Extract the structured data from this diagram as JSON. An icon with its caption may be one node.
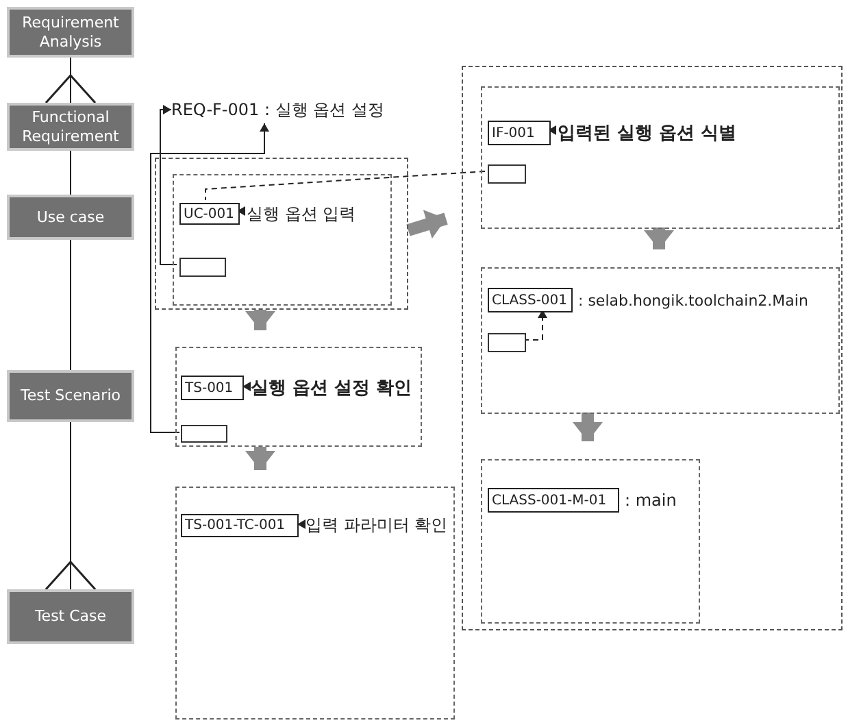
{
  "diagram": {
    "nodes": [
      {
        "text": [
          "Requirement Analysis"
        ]
      },
      {
        "text": [
          "Functional Requirement"
        ]
      },
      {
        "text": [
          "Use case"
        ]
      },
      {
        "text": [
          "Test Scenario"
        ]
      },
      {
        "text": [
          "Test Case"
        ]
      },
      {
        "text": [
          "REQ-F-001 : 실행 옵션 설정"
        ]
      },
      {
        "text": [],
        "shape": "box"
      },
      {
        "text": [],
        "shape": "box",
        "in": 6
      },
      {
        "text": [
          "UC-001"
        ],
        "in": 7
      },
      {
        "text": [
          "실행 옵션 입력"
        ],
        "in": 7
      },
      {
        "text": [],
        "shape": "box",
        "in": 7
      },
      {
        "text": [],
        "shape": "box"
      },
      {
        "text": [
          "TS-001"
        ],
        "in": 11
      },
      {
        "text": [
          "실행 옵션 설정 확인"
        ],
        "in": 11
      },
      {
        "text": [],
        "shape": "box",
        "in": 11
      },
      {
        "text": [],
        "shape": "box"
      },
      {
        "text": [
          "TS-001-TC-001"
        ],
        "in": 15
      },
      {
        "text": [
          "입력 파라미터 확인"
        ],
        "in": 15
      },
      {
        "text": [],
        "shape": "box"
      },
      {
        "text": [],
        "shape": "box",
        "in": 18
      },
      {
        "text": [
          "IF-001"
        ],
        "in": 19
      },
      {
        "text": [
          "입력된 실행 옵션 식별"
        ],
        "in": 19
      },
      {
        "text": [],
        "shape": "box",
        "in": 19
      },
      {
        "text": [],
        "shape": "box",
        "in": 18
      },
      {
        "text": [
          "CLASS-001"
        ],
        "in": 23
      },
      {
        "text": [
          ": selab.hongik.toolchain2.Main"
        ],
        "in": 23
      },
      {
        "text": [],
        "shape": "box",
        "in": 23
      },
      {
        "text": [],
        "shape": "box",
        "in": 18
      },
      {
        "text": [
          "CLASS-001-M-01"
        ],
        "in": 27
      },
      {
        "text": [
          ": main"
        ],
        "in": 27
      }
    ],
    "edges": [
      {
        "from": 0,
        "to": 1,
        "arrow": "other"
      },
      {
        "from": 1,
        "to": 2,
        "arrow": "none"
      },
      {
        "from": 2,
        "to": 3,
        "arrow": "none"
      },
      {
        "from": 3,
        "to": 4,
        "arrow": "other"
      },
      {
        "from": 9,
        "to": 8,
        "arrow": "to"
      },
      {
        "from": 10,
        "to": 5,
        "arrow": "to"
      },
      {
        "from": 14,
        "to": 5,
        "arrow": "to"
      },
      {
        "from": 13,
        "to": 12,
        "arrow": "to"
      },
      {
        "from": 17,
        "to": 16,
        "arrow": "to"
      },
      {
        "from": 21,
        "to": 20,
        "arrow": "to"
      },
      {
        "from": 22,
        "to": 8,
        "arrow": "none",
        "style": "dashed"
      },
      {
        "from": 26,
        "to": 24,
        "arrow": "to",
        "style": "dashed"
      },
      {
        "from": 6,
        "to": 11,
        "arrow": "to",
        "style": "thick",
        "color": "#8c8c8c"
      },
      {
        "from": 11,
        "to": 15,
        "arrow": "to",
        "style": "thick",
        "color": "#8c8c8c"
      },
      {
        "from": 6,
        "to": 18,
        "arrow": "to",
        "style": "thick",
        "color": "#8c8c8c"
      },
      {
        "from": 19,
        "to": 23,
        "arrow": "to",
        "style": "thick",
        "color": "#8c8c8c"
      },
      {
        "from": 23,
        "to": 27,
        "arrow": "to",
        "style": "thick",
        "color": "#8c8c8c"
      }
    ]
  }
}
